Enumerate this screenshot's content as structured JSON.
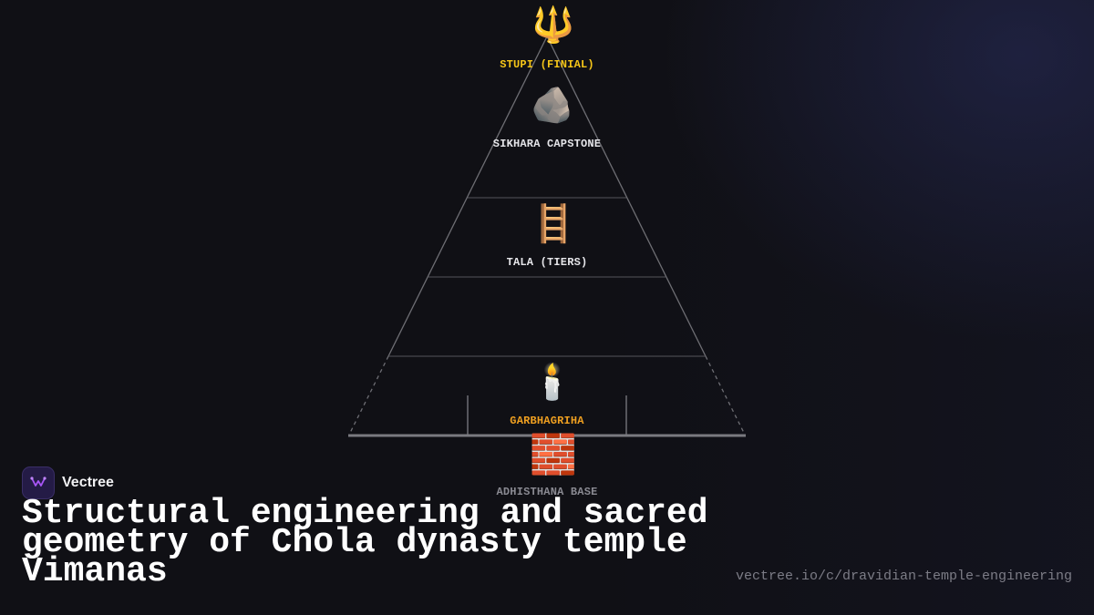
{
  "diagram": {
    "levels": [
      {
        "label": "STUPI (FINIAL)",
        "icon": "trident-icon",
        "glyph": "🔱",
        "color": "#f5c518"
      },
      {
        "label": "SIKHARA CAPSTONE",
        "icon": "rock-icon",
        "glyph": "🪨",
        "color": "#e6e6ea"
      },
      {
        "label": "TALA (TIERS)",
        "icon": "ladder-icon",
        "glyph": "🪜",
        "color": "#e6e6ea"
      },
      {
        "label": "GARBHAGRIHA",
        "icon": "candle-icon",
        "glyph": "🕯️",
        "color": "#f0a020"
      },
      {
        "label": "ADHISTHANA BASE",
        "icon": "brick-icon",
        "glyph": "🧱",
        "color": "#8a8a92"
      }
    ],
    "line_color": "#6e6e74"
  },
  "brand": {
    "name": "Vectree",
    "logo_icon": "vectree-logo-icon",
    "logo_color": "#a855f7"
  },
  "headline": "Structural engineering and sacred geometry of Chola dynasty temple Vimanas",
  "url": "vectree.io/c/dravidian-temple-engineering"
}
